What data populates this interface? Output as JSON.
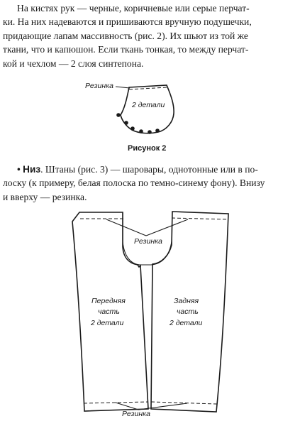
{
  "paragraph1": {
    "line1": "На кистях рук — черные, коричневые или серые перчат-",
    "line2": "ки. На них надеваются и пришиваются вручную подушечки,",
    "line3": "придающие лапам массивность (рис. 2). Их шьют из той же",
    "line4": "ткани, что и капюшон. Если ткань тонкая, то между перчат-",
    "line5": "кой и чехлом — 2 слоя синтепона."
  },
  "figure2": {
    "label_elastic": "Резинка",
    "label_parts": "2 детали",
    "caption": "Рисунок 2"
  },
  "paragraph2": {
    "bullet": "•",
    "lead": "Низ",
    "line1_rest": ". Штаны (рис. 3) — шаровары, однотонные или в по-",
    "line2": "лоску (к примеру, белая полоска по темно-синему фону). Внизу",
    "line3": "и вверху — резинка."
  },
  "figure3": {
    "label_elastic_top": "Резинка",
    "front_line1": "Передняя",
    "front_line2": "часть",
    "front_line3": "2 детали",
    "back_line1": "Задняя",
    "back_line2": "часть",
    "back_line3": "2 детали",
    "label_elastic_bottom": "Резинка"
  }
}
